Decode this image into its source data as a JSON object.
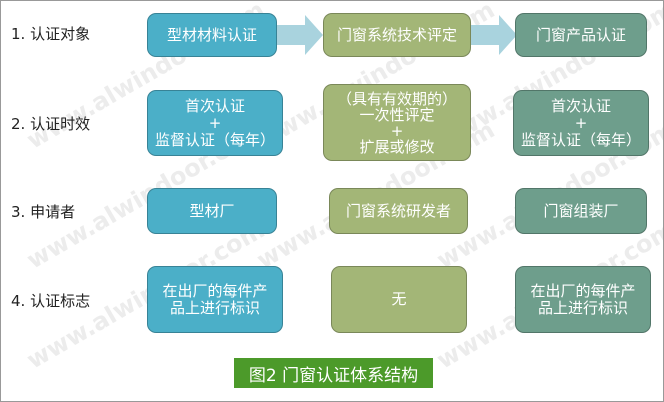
{
  "rows": [
    {
      "label": "1. 认证对象",
      "cells": [
        "型材材料认证",
        "门窗系统技术评定",
        "门窗产品认证"
      ]
    },
    {
      "label": "2. 认证时效",
      "cells": [
        "首次认证\n+\n监督认证（每年）",
        "（具有有效期的）\n一次性评定\n+\n扩展或修改",
        "首次认证\n+\n监督认证（每年）"
      ]
    },
    {
      "label": "3. 申请者",
      "cells": [
        "型材厂",
        "门窗系统研发者",
        "门窗组装厂"
      ]
    },
    {
      "label": "4. 认证标志",
      "cells": [
        "在出厂的每件产\n品上进行标识",
        "无",
        "在出厂的每件产\n品上进行标识"
      ]
    }
  ],
  "caption": "图2  门窗认证体系结构",
  "watermark": "www.alwindoor.com",
  "colors": {
    "blue": "#4bafc8",
    "green": "#a3b677",
    "teal": "#6e9e8c",
    "caption": "#4c9a2a"
  }
}
